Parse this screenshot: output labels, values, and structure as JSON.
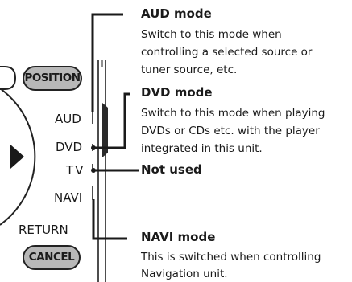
{
  "remote": {
    "position_button": "POSITION",
    "cancel_button": "CANCEL",
    "return_label": "RETURN",
    "switch_positions": [
      "AUD",
      "DVD",
      "TV",
      "NAVI"
    ]
  },
  "modes": [
    {
      "title": "AUD mode",
      "description": [
        "Switch to this mode when",
        "controlling a selected source or",
        "tuner source, etc."
      ]
    },
    {
      "title": "DVD mode",
      "description": [
        "Switch to this mode when playing",
        "DVDs or CDs etc. with the player",
        "integrated in this unit."
      ]
    },
    {
      "title": "Not used",
      "description": []
    },
    {
      "title": "NAVI mode",
      "description": [
        "This is switched when controlling",
        "Navigation unit."
      ]
    }
  ]
}
